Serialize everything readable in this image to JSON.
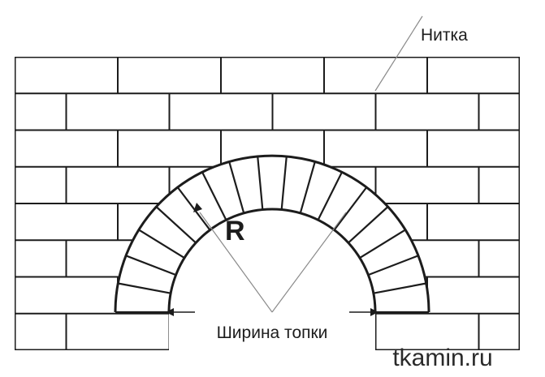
{
  "diagram": {
    "labels": {
      "thread": "Нитка",
      "radius": "R",
      "firebox_width": "Ширина топки"
    },
    "watermark": "tkamin.ru",
    "colors": {
      "line": "#1c1c1c",
      "guide": "#8a8a8a",
      "background": "#ffffff"
    }
  }
}
